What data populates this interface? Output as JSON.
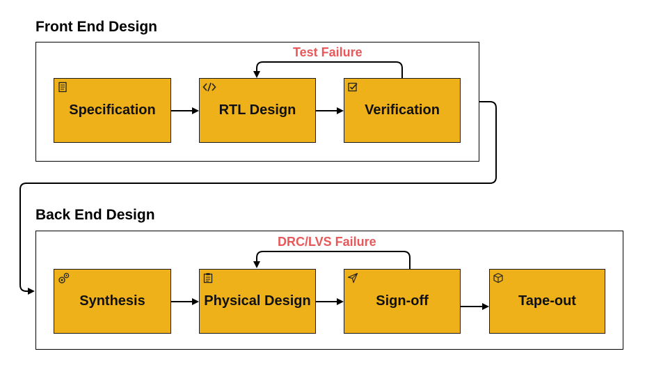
{
  "front_end": {
    "title": "Front End Design",
    "boxes": [
      {
        "label": "Specification",
        "icon": "document-icon"
      },
      {
        "label": "RTL Design",
        "icon": "code-icon"
      },
      {
        "label": "Verification",
        "icon": "checkbox-icon"
      }
    ],
    "loop_label": "Test Failure"
  },
  "back_end": {
    "title": "Back End Design",
    "boxes": [
      {
        "label": "Synthesis",
        "icon": "gears-icon"
      },
      {
        "label": "Physical Design",
        "icon": "clipboard-icon"
      },
      {
        "label": "Sign-off",
        "icon": "send-icon"
      },
      {
        "label": "Tape-out",
        "icon": "package-icon"
      }
    ],
    "loop_label": "DRC/LVS Failure"
  },
  "colors": {
    "box_fill": "#eeb11a",
    "failure_text": "#e8585a",
    "stroke": "#000000"
  }
}
